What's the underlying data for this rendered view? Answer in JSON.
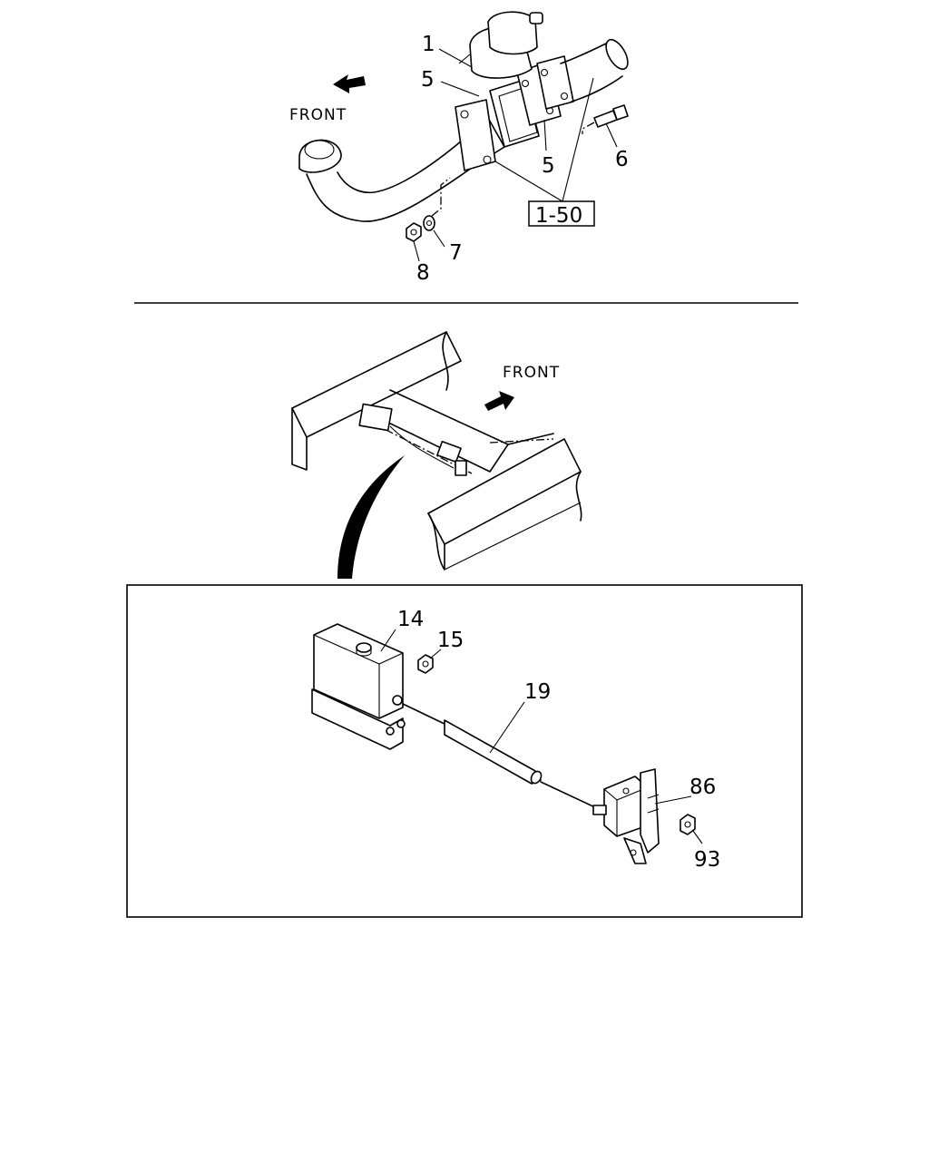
{
  "top_view": {
    "front_label": "FRONT",
    "callouts": [
      "1",
      "5",
      "5",
      "6",
      "7",
      "8"
    ],
    "ref_box": "1-50"
  },
  "frame_view": {
    "front_label": "FRONT"
  },
  "detail_view": {
    "callouts": [
      "14",
      "15",
      "19",
      "86",
      "93"
    ]
  }
}
